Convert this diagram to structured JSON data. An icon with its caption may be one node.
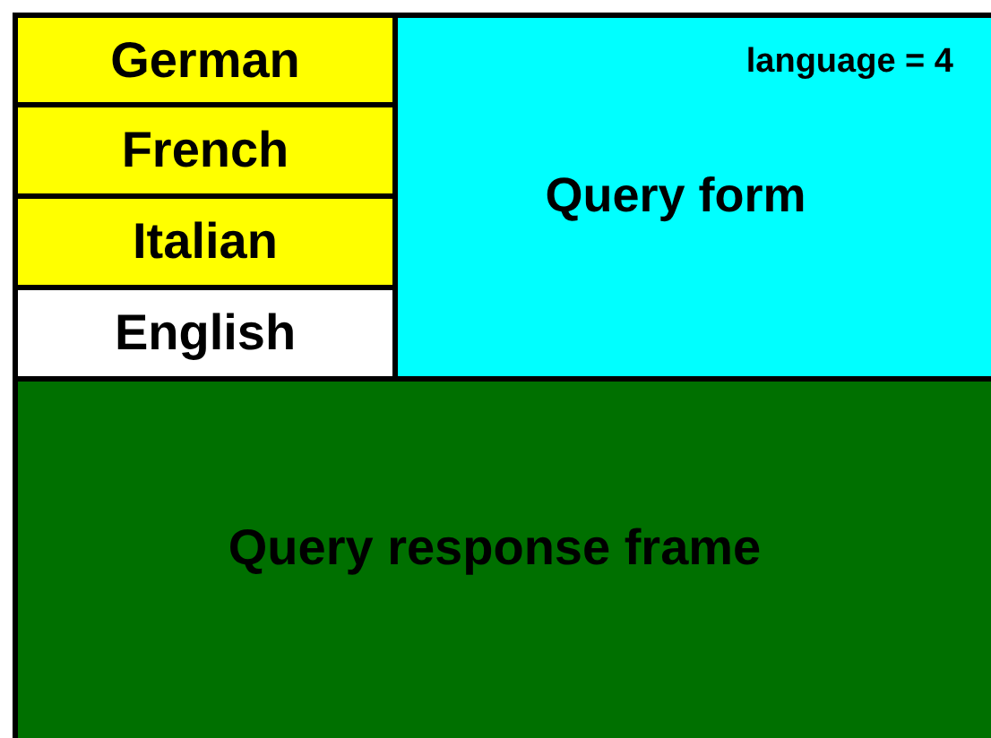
{
  "diagram": {
    "nodes": [
      {
        "text": [
          "German"
        ]
      },
      {
        "text": [
          "French"
        ]
      },
      {
        "text": [
          "Italian"
        ]
      },
      {
        "text": [
          "English"
        ]
      },
      {
        "text": [
          "language = 4",
          "Query form"
        ]
      },
      {
        "text": [
          "Query response frame"
        ]
      }
    ]
  }
}
